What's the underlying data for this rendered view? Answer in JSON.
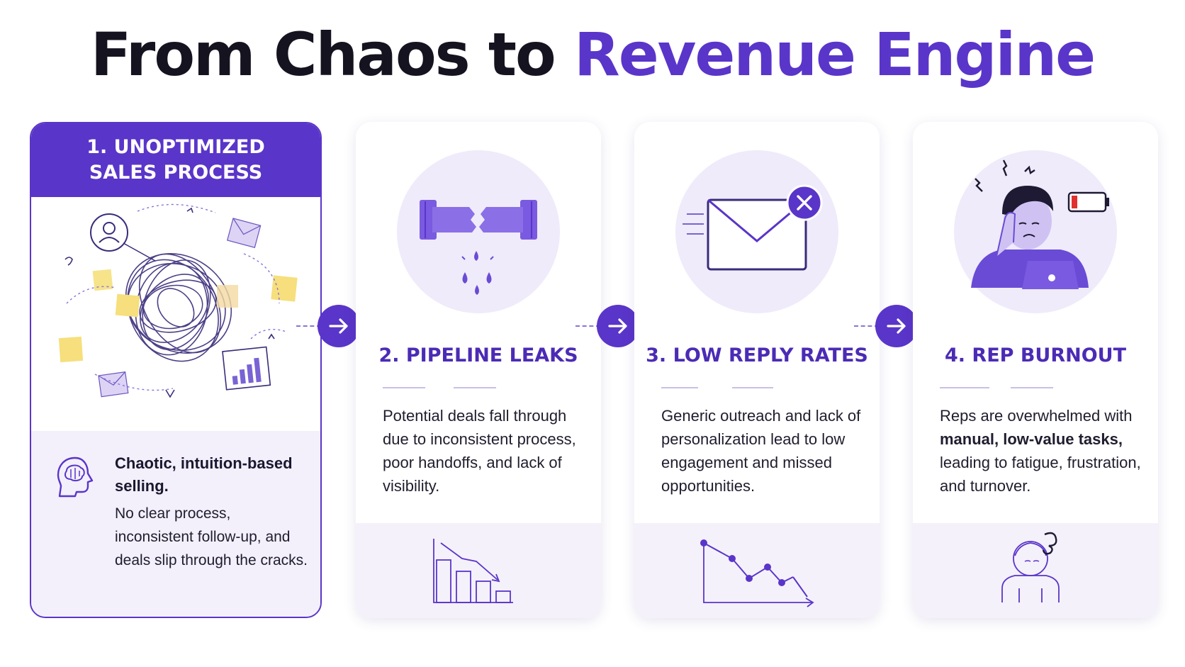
{
  "title": {
    "part1": "From Chaos to",
    "part2": "Revenue Engine"
  },
  "colors": {
    "accent": "#5a35c9",
    "tint": "#efebfa",
    "dark": "#15131f"
  },
  "cards": [
    {
      "header_line1": "1. UNOPTIMIZED",
      "header_line2": "SALES PROCESS",
      "bold_text": "Chaotic, intuition-based selling.",
      "description": "No clear process, inconsistent follow-up, and deals slip through the cracks.",
      "icon": "tangled-chaos-illustration"
    },
    {
      "title": "2. PIPELINE LEAKS",
      "description": "Potential deals fall through due to inconsistent process, poor handoffs, and lack of visibility.",
      "icon": "broken-pipe-icon",
      "footer_icon": "declining-bar-chart-icon"
    },
    {
      "title": "3. LOW REPLY RATES",
      "description": "Generic outreach and lack of personalization lead to low engagement and missed opportunities.",
      "icon": "rejected-email-icon",
      "footer_icon": "declining-line-chart-icon"
    },
    {
      "title": "4. REP BURNOUT",
      "description_pre": "Reps are overwhelmed with",
      "description_bold": "manual, low-value tasks,",
      "description_post": "leading to fatigue, frustration, and turnover.",
      "icon": "stressed-rep-icon",
      "footer_icon": "exhausted-person-icon"
    }
  ]
}
